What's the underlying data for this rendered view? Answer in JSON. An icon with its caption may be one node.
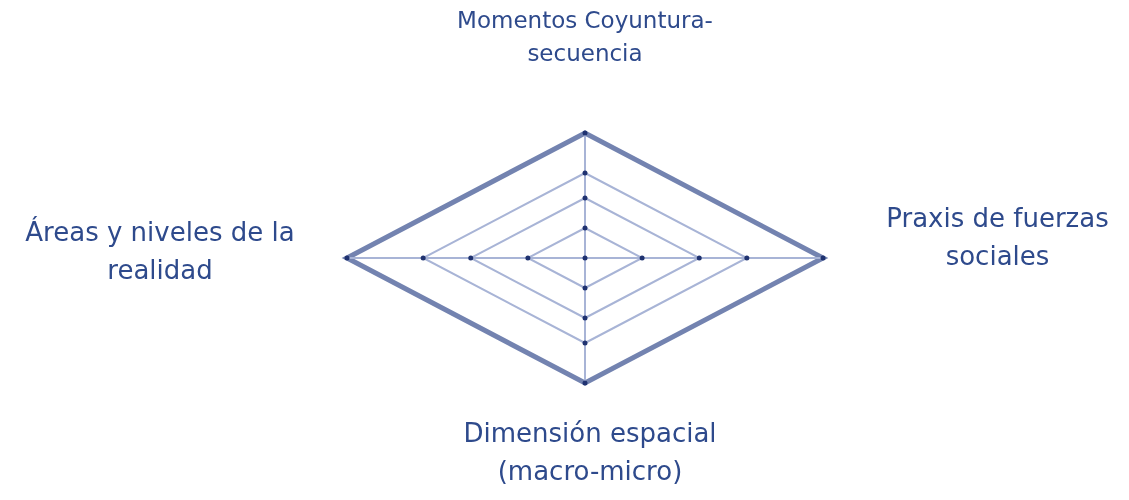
{
  "diagram": {
    "labels": [
      "Momentos Coyuntura-secuencia",
      "Áreas y niveles de la realidad",
      "Praxis de fuerzas sociales",
      "Dimensión espacial (macro-micro)"
    ]
  }
}
